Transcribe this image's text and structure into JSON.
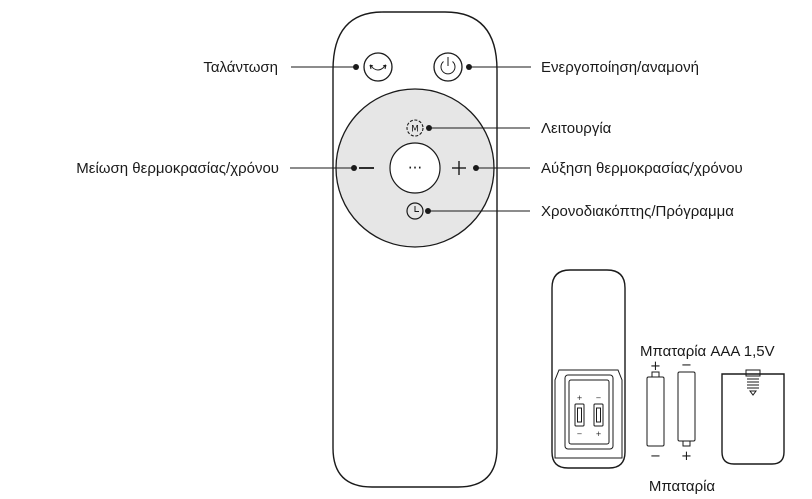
{
  "labels": {
    "oscillation": "Ταλάντωση",
    "power_standby": "Ενεργοποίηση/αναμονή",
    "mode": "Λειτουργία",
    "decrease": "Μείωση θερμοκρασίας/χρόνου",
    "increase": "Αύξηση θερμοκρασίας/χρόνου",
    "timer_program": "Χρονοδιακόπτης/Πρόγραμμα",
    "battery_type": "Μπαταρία AAA 1,5V",
    "battery": "Μπαταρία"
  },
  "buttons": {
    "minus": "−",
    "plus": "+",
    "menu": "···",
    "mode_letter": "M"
  },
  "polarity": {
    "plus": "+",
    "minus": "−"
  },
  "icons": [
    "oscillation-icon",
    "power-icon",
    "mode-icon",
    "clock-icon",
    "menu-icon",
    "battery-icon",
    "battery-cover-icon"
  ]
}
